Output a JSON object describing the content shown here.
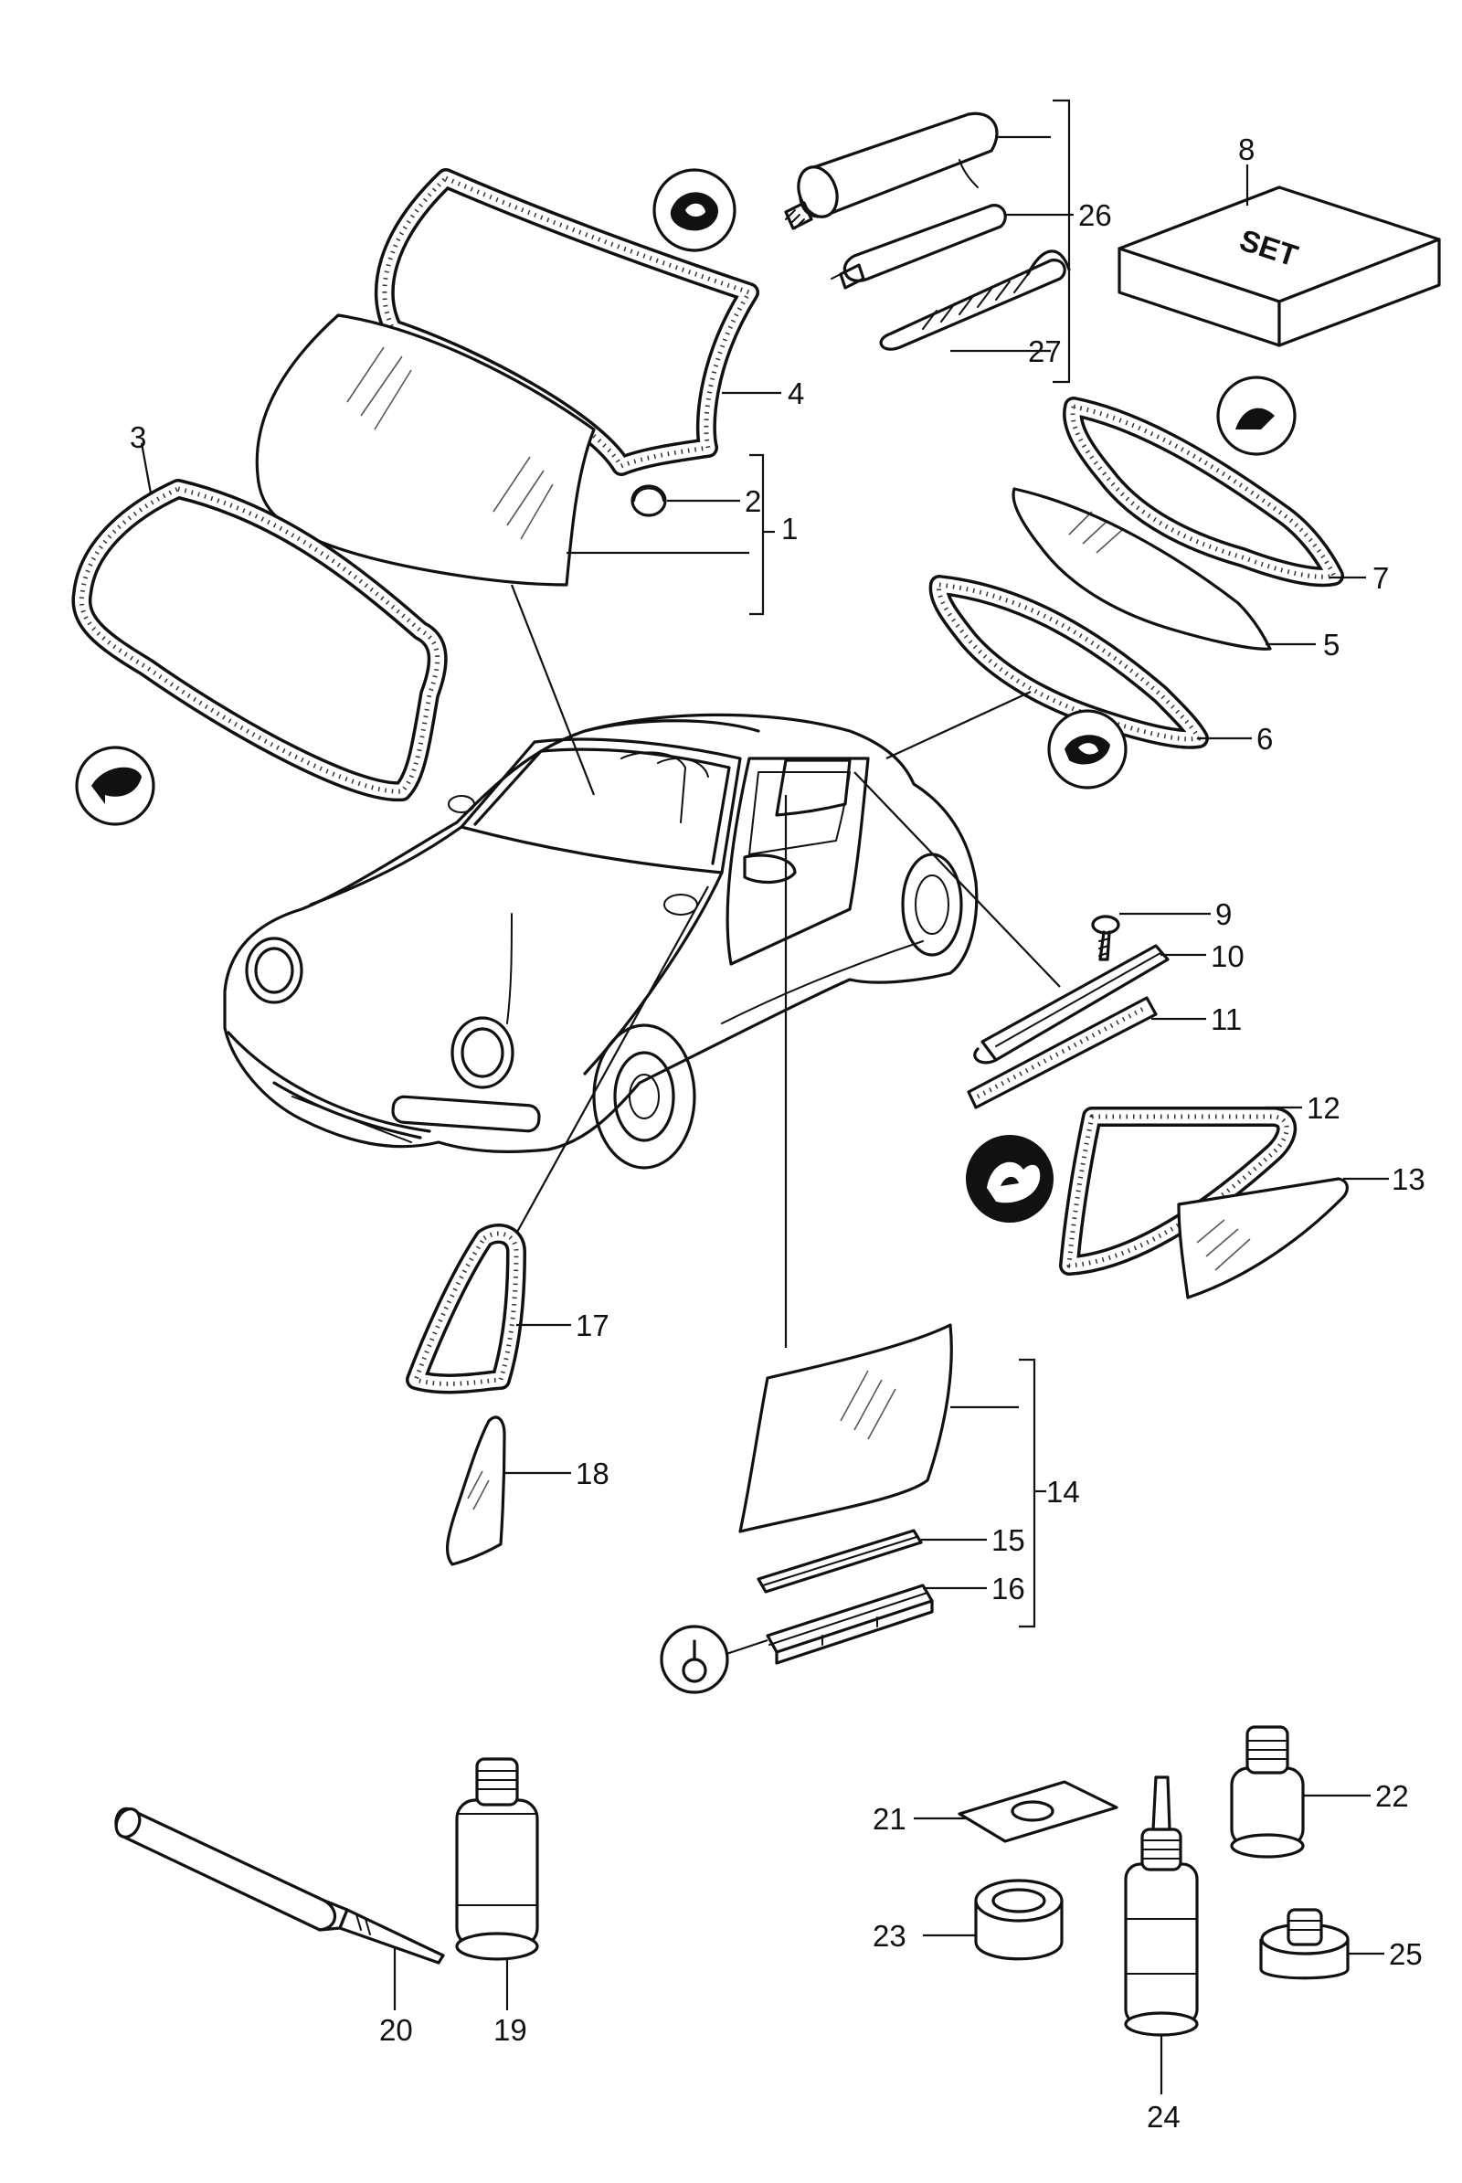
{
  "diagram": {
    "labels": {
      "p1": "1",
      "p2": "2",
      "p3": "3",
      "p4": "4",
      "p5": "5",
      "p6": "6",
      "p7": "7",
      "p8": "8",
      "p9": "9",
      "p10": "10",
      "p11": "11",
      "p12": "12",
      "p13": "13",
      "p14": "14",
      "p15": "15",
      "p16": "16",
      "p17": "17",
      "p18": "18",
      "p19": "19",
      "p20": "20",
      "p21": "21",
      "p22": "22",
      "p23": "23",
      "p24": "24",
      "p25": "25",
      "p26": "26",
      "p27": "27"
    },
    "set_box_text": "SET"
  },
  "colors": {
    "line": "#111111",
    "background": "#ffffff"
  },
  "icons": {
    "badge_windshield": "seal-profile-icon",
    "badge_front_left": "seal-profile-icon",
    "badge_rear_window": "seal-profile-icon",
    "badge_rear_seal": "seal-profile-icon",
    "badge_quarter": "seal-profile-icon",
    "badge_door": "clip-icon"
  }
}
